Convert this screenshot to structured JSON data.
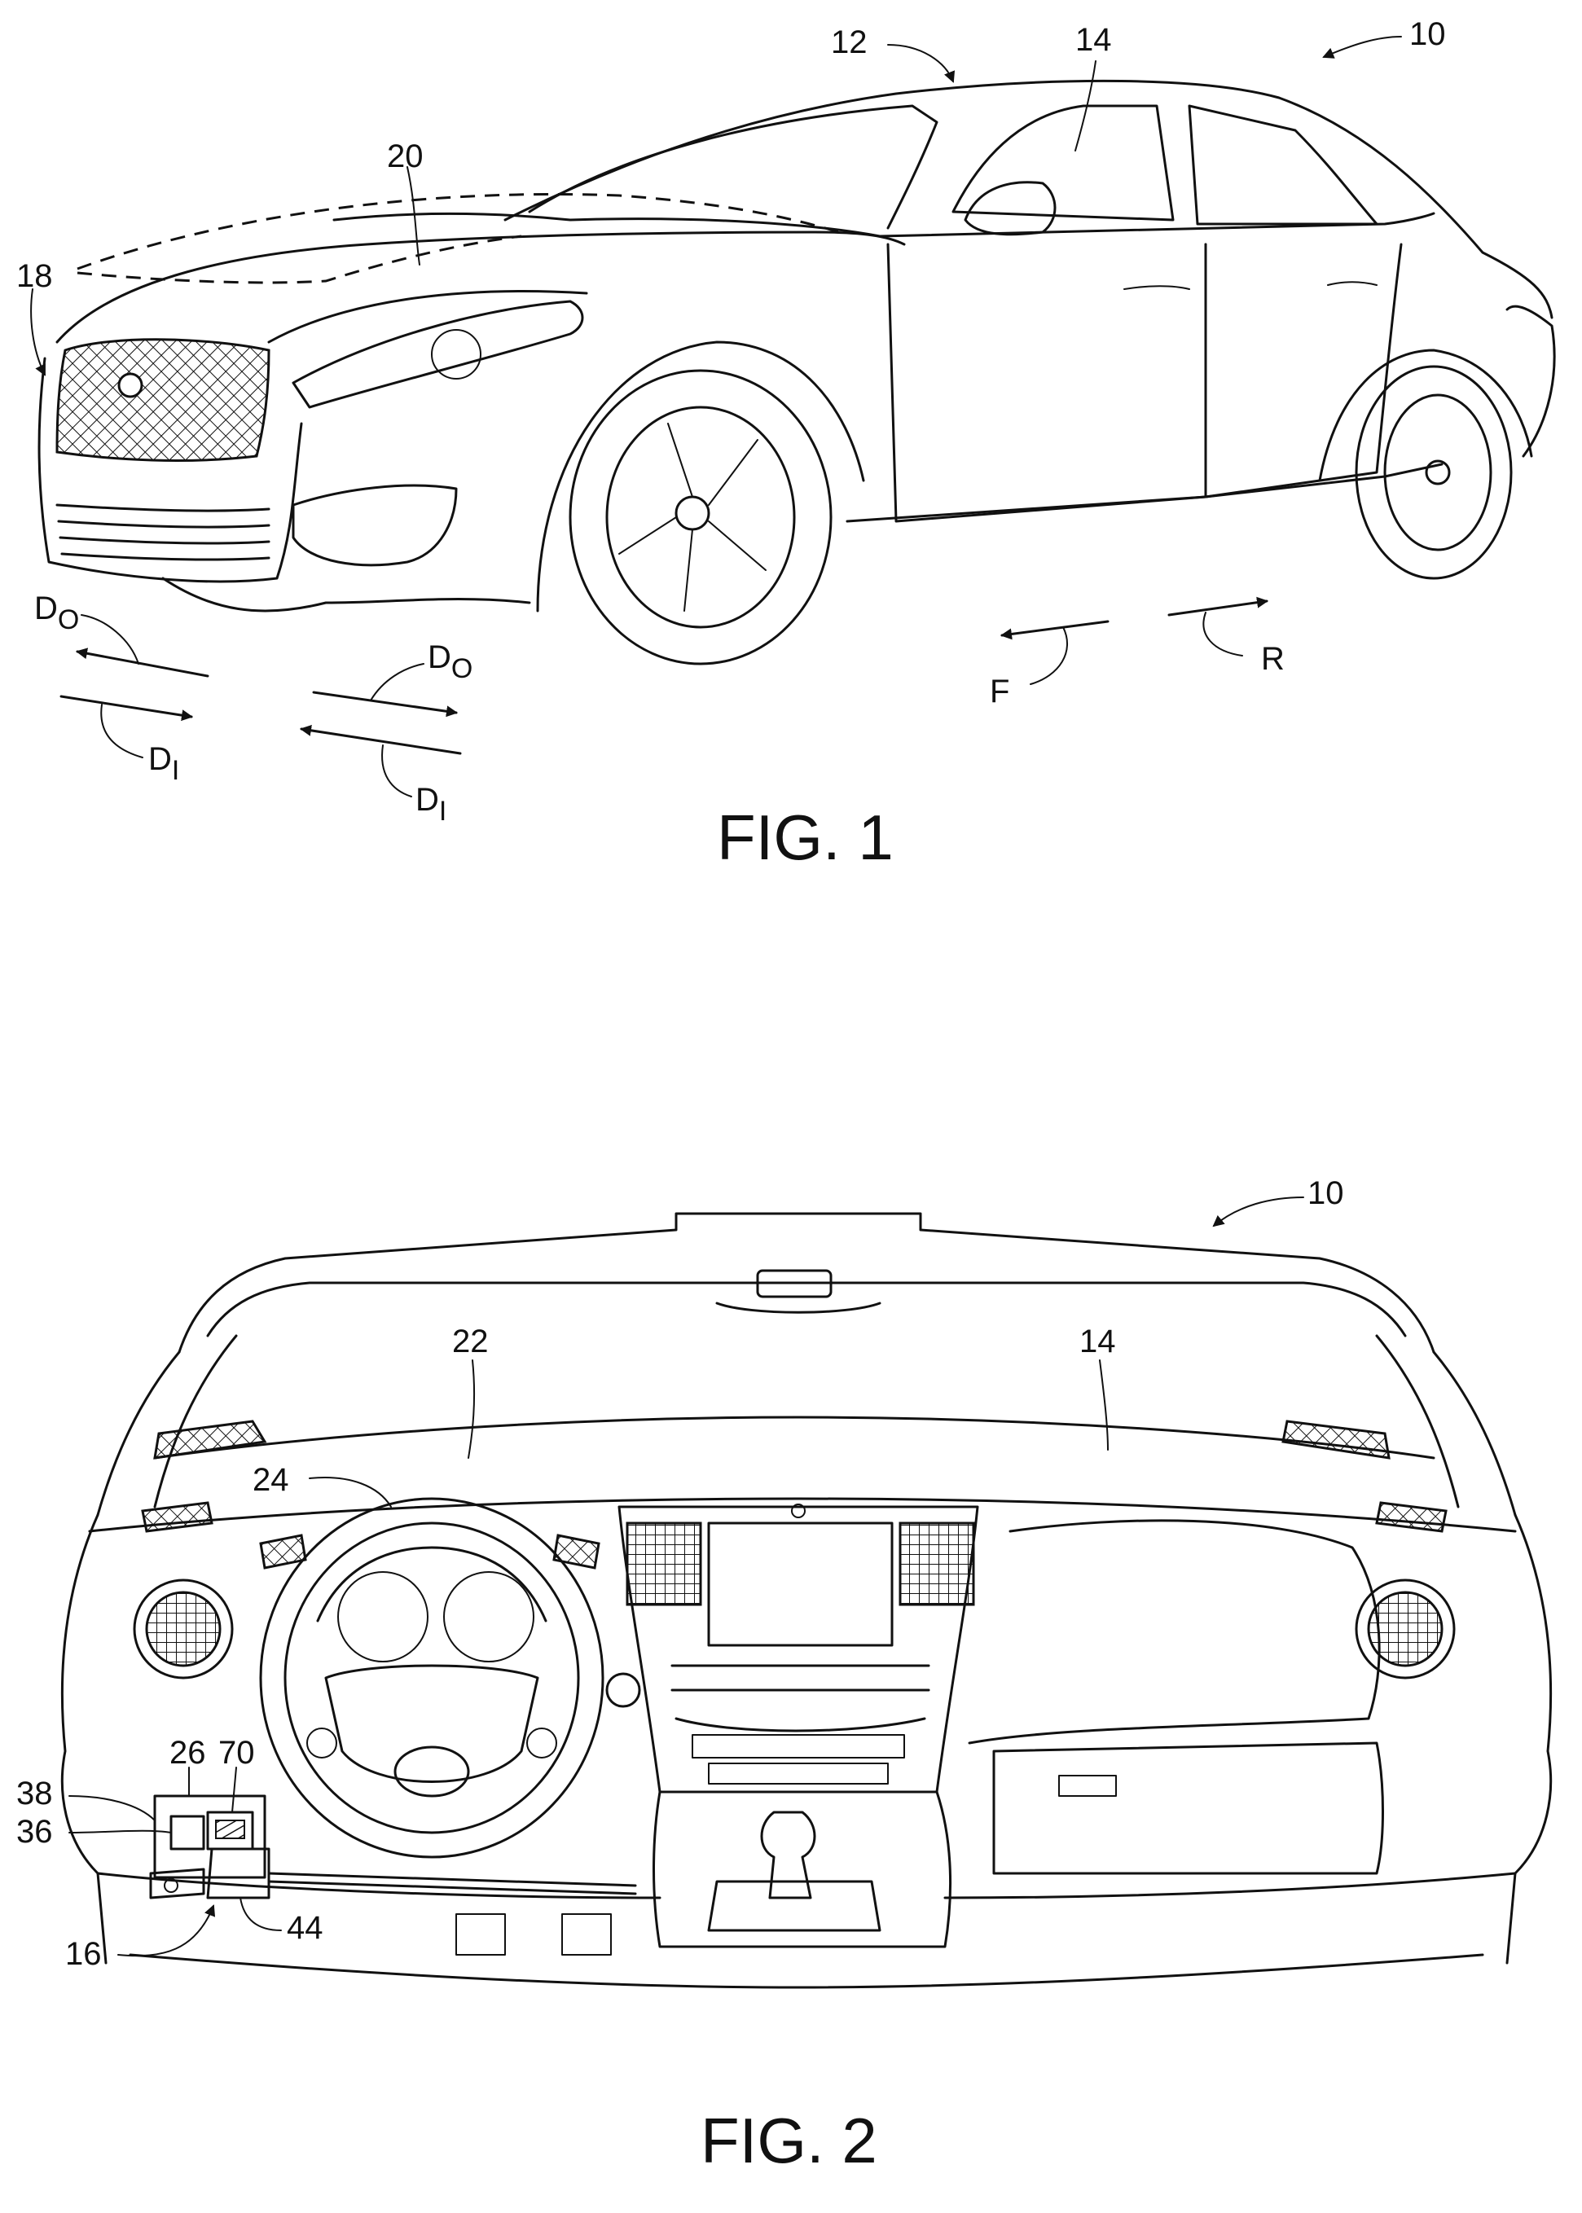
{
  "figures": [
    {
      "caption": "FIG. 1",
      "labels": {
        "vehicle": "10",
        "roof": "12",
        "cabin": "14",
        "front_end": "18",
        "hood": "20",
        "outward_1": "D",
        "outward_1_sub": "O",
        "outward_2": "D",
        "outward_2_sub": "O",
        "inward_1": "D",
        "inward_1_sub": "I",
        "inward_2": "D",
        "inward_2_sub": "I",
        "forward": "F",
        "rearward": "R"
      }
    },
    {
      "caption": "FIG. 2",
      "labels": {
        "vehicle": "10",
        "dashboard": "22",
        "cabin": "14",
        "steering_wheel": "24",
        "device": "26",
        "port": "70",
        "bracket": "38",
        "switch": "36",
        "housing": "44",
        "assembly": "16"
      }
    }
  ]
}
